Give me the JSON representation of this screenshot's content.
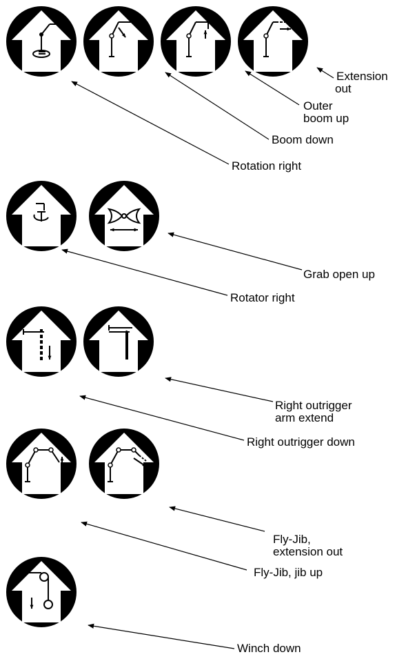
{
  "colors": {
    "ink": "#000000",
    "paper": "#ffffff"
  },
  "groups": [
    {
      "name": "boom-functions",
      "symbols": [
        "rotation-right-symbol",
        "boom-down-symbol",
        "outer-boom-up-symbol",
        "extension-out-symbol"
      ],
      "labels": [
        {
          "lines": [
            "Extension",
            "out"
          ]
        },
        {
          "lines": [
            "Outer",
            "boom up"
          ]
        },
        {
          "lines": [
            "Boom down"
          ]
        },
        {
          "lines": [
            "Rotation right"
          ]
        }
      ]
    },
    {
      "name": "grab-functions",
      "symbols": [
        "rotator-right-symbol",
        "grab-open-up-symbol"
      ],
      "labels": [
        {
          "lines": [
            "Grab open up"
          ]
        },
        {
          "lines": [
            "Rotator right"
          ]
        }
      ]
    },
    {
      "name": "outrigger-functions",
      "symbols": [
        "right-outrigger-down-symbol",
        "right-outrigger-arm-extend-symbol"
      ],
      "labels": [
        {
          "lines": [
            "Right outrigger",
            "arm extend"
          ]
        },
        {
          "lines": [
            "Right outrigger down"
          ]
        }
      ]
    },
    {
      "name": "fly-jib-functions",
      "symbols": [
        "fly-jib-up-symbol",
        "fly-jib-extension-out-symbol"
      ],
      "labels": [
        {
          "lines": [
            "Fly-Jib,",
            "extension out"
          ]
        },
        {
          "lines": [
            "Fly-Jib, jib up"
          ]
        }
      ]
    },
    {
      "name": "winch-functions",
      "symbols": [
        "winch-down-symbol"
      ],
      "labels": [
        {
          "lines": [
            "Winch down"
          ]
        }
      ]
    }
  ]
}
